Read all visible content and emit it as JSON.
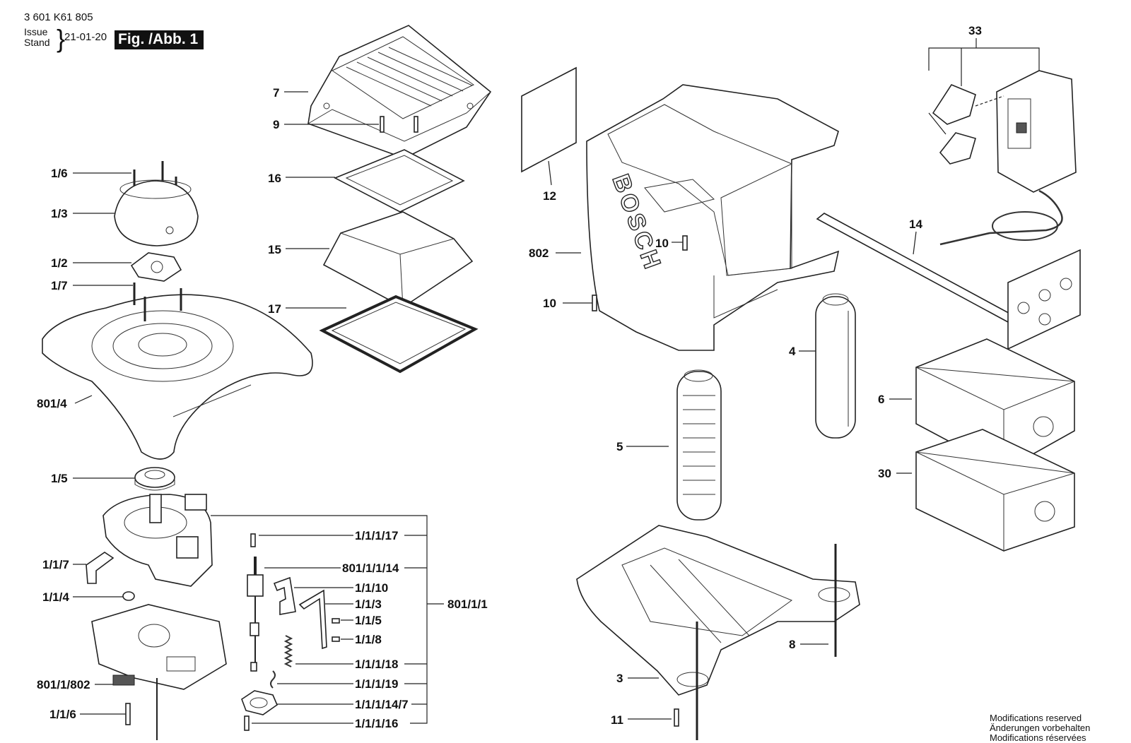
{
  "header": {
    "doc_number": "3 601 K61 805",
    "issue_label": "Issue",
    "stand_label": "Stand",
    "date": "21-01-20",
    "figure": "Fig. /Abb. 1"
  },
  "footer": {
    "notes": [
      "Modifications reserved",
      "Änderungen vorbehalten",
      "Modifications réservées"
    ]
  },
  "labels": {
    "p7": "7",
    "p9": "9",
    "p16": "16",
    "p15": "15",
    "p17": "17",
    "p1_6": "1/6",
    "p1_3": "1/3",
    "p1_2": "1/2",
    "p1_7": "1/7",
    "p801_4": "801/4",
    "p1_5": "1/5",
    "p1_1_7": "1/1/7",
    "p1_1_4": "1/1/4",
    "p801_1_802": "801/1/802",
    "p1_1_6": "1/1/6",
    "p1_1_1_17": "1/1/1/17",
    "p801_1_1_14": "801/1/1/14",
    "p1_1_10": "1/1/10",
    "p1_1_3": "1/1/3",
    "p1_1_5": "1/1/5",
    "p1_1_8": "1/1/8",
    "p1_1_1_18": "1/1/1/18",
    "p1_1_1_19": "1/1/1/19",
    "p1_1_1_14_7": "1/1/1/14/7",
    "p1_1_1_16": "1/1/1/16",
    "p801_1_1": "801/1/1",
    "p12": "12",
    "p802": "802",
    "p10a": "10",
    "p10b": "10",
    "p4": "4",
    "p5": "5",
    "p3": "3",
    "p11": "11",
    "p8": "8",
    "p33": "33",
    "p14": "14",
    "p6": "6",
    "p30": "30"
  }
}
